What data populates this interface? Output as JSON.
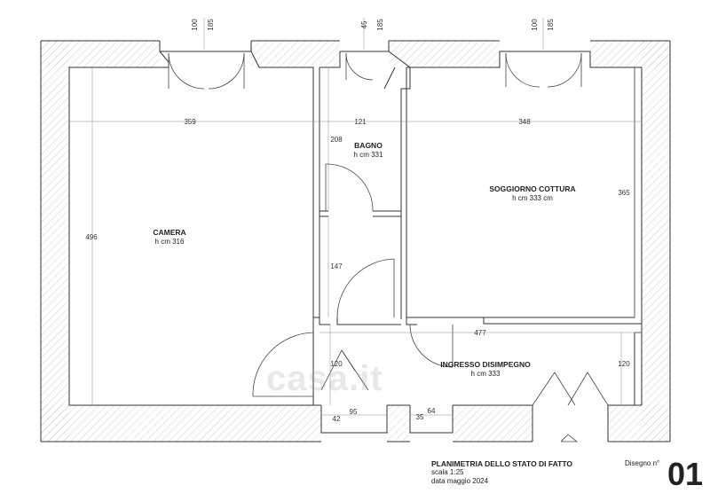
{
  "rooms": {
    "camera": {
      "name": "CAMERA",
      "height": "h cm 316"
    },
    "bagno": {
      "name": "BAGNO",
      "height": "h cm 331"
    },
    "soggiorno": {
      "name": "SOGGIORNO COTTURA",
      "height": "h cm 333 cm"
    },
    "ingresso": {
      "name": "INGRESSO DISIMPEGNO",
      "height": "h cm 333"
    }
  },
  "dimensions": {
    "top_window_left_a": "100",
    "top_window_left_b": "185",
    "top_window_mid_a": "45",
    "top_window_mid_b": "185",
    "top_window_right_a": "100",
    "top_window_right_b": "185",
    "camera_width": "359",
    "bagno_width": "121",
    "soggiorno_width": "348",
    "camera_depth": "496",
    "bagno_depth": "208",
    "soggiorno_depth": "365",
    "corridor_length": "147",
    "ingresso_width": "477",
    "ingresso_left_depth": "120",
    "ingresso_right_depth": "120",
    "niche_left_width": "42",
    "niche_left_depth": "95",
    "niche_right_width": "35",
    "niche_right_depth": "64"
  },
  "title_block": {
    "title": "PLANIMETRIA DELLO STATO DI FATTO",
    "scale": "scala 1:25",
    "date": "data maggio 2024",
    "drawing_label": "Disegno n°",
    "drawing_number": "01"
  },
  "watermark": "casa.it",
  "colors": {
    "line": "#333333",
    "wall_hatch": "#bdbdbd"
  }
}
